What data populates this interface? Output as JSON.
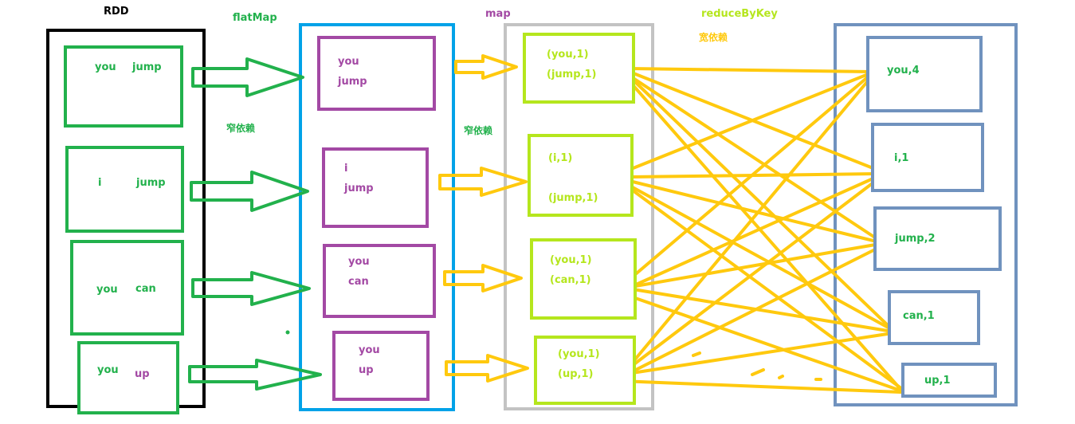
{
  "labels": {
    "rdd": "RDD",
    "flatmap": "flatMap",
    "map": "map",
    "reduce": "reduceByKey",
    "narrow1": "窄依赖",
    "narrow2": "窄依赖",
    "wide": "宽依赖"
  },
  "rdd": [
    {
      "a": "you",
      "b": "jump"
    },
    {
      "a": "i",
      "b": "jump"
    },
    {
      "a": "you",
      "b": "can"
    },
    {
      "a": "you",
      "b": "up"
    }
  ],
  "flat": [
    {
      "a": "you",
      "b": "jump"
    },
    {
      "a": "i",
      "b": "jump"
    },
    {
      "a": "you",
      "b": "can"
    },
    {
      "a": "you",
      "b": "up"
    }
  ],
  "mapped": [
    {
      "a": "(you,1)",
      "b": "(jump,1)"
    },
    {
      "a": "(i,1)",
      "b": "(jump,1)"
    },
    {
      "a": "(you,1)",
      "b": "(can,1)"
    },
    {
      "a": "(you,1)",
      "b": "(up,1)"
    }
  ],
  "reduced": [
    "you,4",
    "i,1",
    "jump,2",
    "can,1",
    "up,1"
  ],
  "colors": {
    "black": "#000000",
    "green": "#22b14c",
    "blue": "#00a2e8",
    "purple": "#a349a4",
    "gray": "#c3c3c3",
    "lime": "#b5e61d",
    "yellow": "#ffc90e",
    "steel": "#7092be"
  }
}
